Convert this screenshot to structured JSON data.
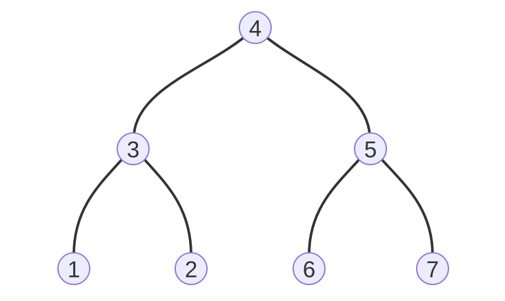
{
  "diagram": {
    "type": "binary-tree",
    "description": "Binary search tree diagram with seven numbered circular nodes",
    "colors": {
      "background": "#ffffff",
      "node_fill": "#ECECFF",
      "node_stroke": "#9370DB",
      "edge_color": "#333333",
      "text_color": "#333333"
    },
    "nodes": [
      {
        "id": "4",
        "label": "4",
        "role": "root"
      },
      {
        "id": "3",
        "label": "3",
        "role": "internal"
      },
      {
        "id": "5",
        "label": "5",
        "role": "internal"
      },
      {
        "id": "1",
        "label": "1",
        "role": "leaf"
      },
      {
        "id": "2",
        "label": "2",
        "role": "leaf"
      },
      {
        "id": "6",
        "label": "6",
        "role": "leaf"
      },
      {
        "id": "7",
        "label": "7",
        "role": "leaf"
      }
    ],
    "edges": [
      {
        "from": "4",
        "to": "3"
      },
      {
        "from": "4",
        "to": "5"
      },
      {
        "from": "3",
        "to": "1"
      },
      {
        "from": "3",
        "to": "2"
      },
      {
        "from": "5",
        "to": "6"
      },
      {
        "from": "5",
        "to": "7"
      }
    ]
  }
}
